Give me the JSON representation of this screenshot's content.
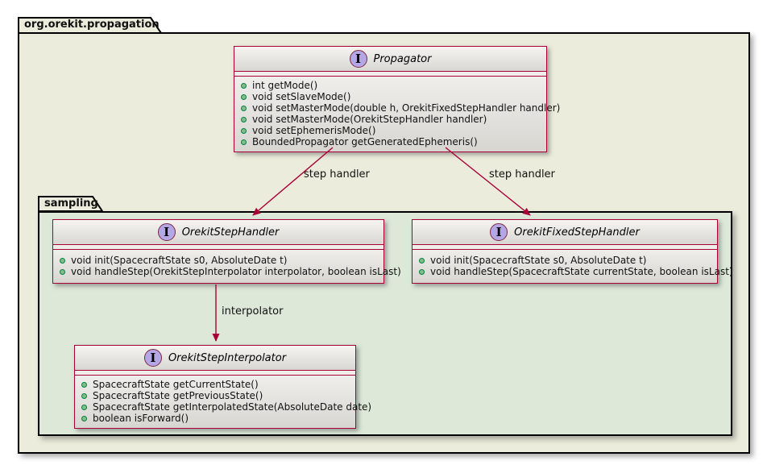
{
  "diagram": {
    "outer_package": {
      "label": "org.orekit.propagation"
    },
    "inner_package": {
      "label": "sampling"
    },
    "classes": [
      {
        "name": "Propagator",
        "kind": "interface",
        "kind_letter": "I",
        "methods": [
          "int getMode()",
          "void setSlaveMode()",
          "void setMasterMode(double h, OrekitFixedStepHandler handler)",
          "void setMasterMode(OrekitStepHandler handler)",
          "void setEphemerisMode()",
          "BoundedPropagator getGeneratedEphemeris()"
        ]
      },
      {
        "name": "OrekitStepHandler",
        "kind": "interface",
        "kind_letter": "I",
        "methods": [
          "void init(SpacecraftState s0, AbsoluteDate t)",
          "void handleStep(OrekitStepInterpolator interpolator, boolean isLast)"
        ]
      },
      {
        "name": "OrekitFixedStepHandler",
        "kind": "interface",
        "kind_letter": "I",
        "methods": [
          "void init(SpacecraftState s0, AbsoluteDate t)",
          "void handleStep(SpacecraftState currentState, boolean isLast)"
        ]
      },
      {
        "name": "OrekitStepInterpolator",
        "kind": "interface",
        "kind_letter": "I",
        "methods": [
          "SpacecraftState getCurrentState()",
          "SpacecraftState getPreviousState()",
          "SpacecraftState getInterpolatedState(AbsoluteDate date)",
          "boolean isForward()"
        ]
      }
    ],
    "edges": [
      {
        "from": "Propagator",
        "to": "OrekitStepHandler",
        "label": "step handler"
      },
      {
        "from": "Propagator",
        "to": "OrekitFixedStepHandler",
        "label": "step handler"
      },
      {
        "from": "OrekitStepHandler",
        "to": "OrekitStepInterpolator",
        "label": "interpolator"
      }
    ],
    "colors": {
      "class_border": "#A80036",
      "arrow": "#A80036",
      "outer_package_bg": "#ECECDC",
      "inner_package_bg": "#DDE8D9",
      "interface_circle": "#B4A7E5",
      "method_dot": "#84BE84",
      "method_dot_border": "#038048"
    }
  }
}
